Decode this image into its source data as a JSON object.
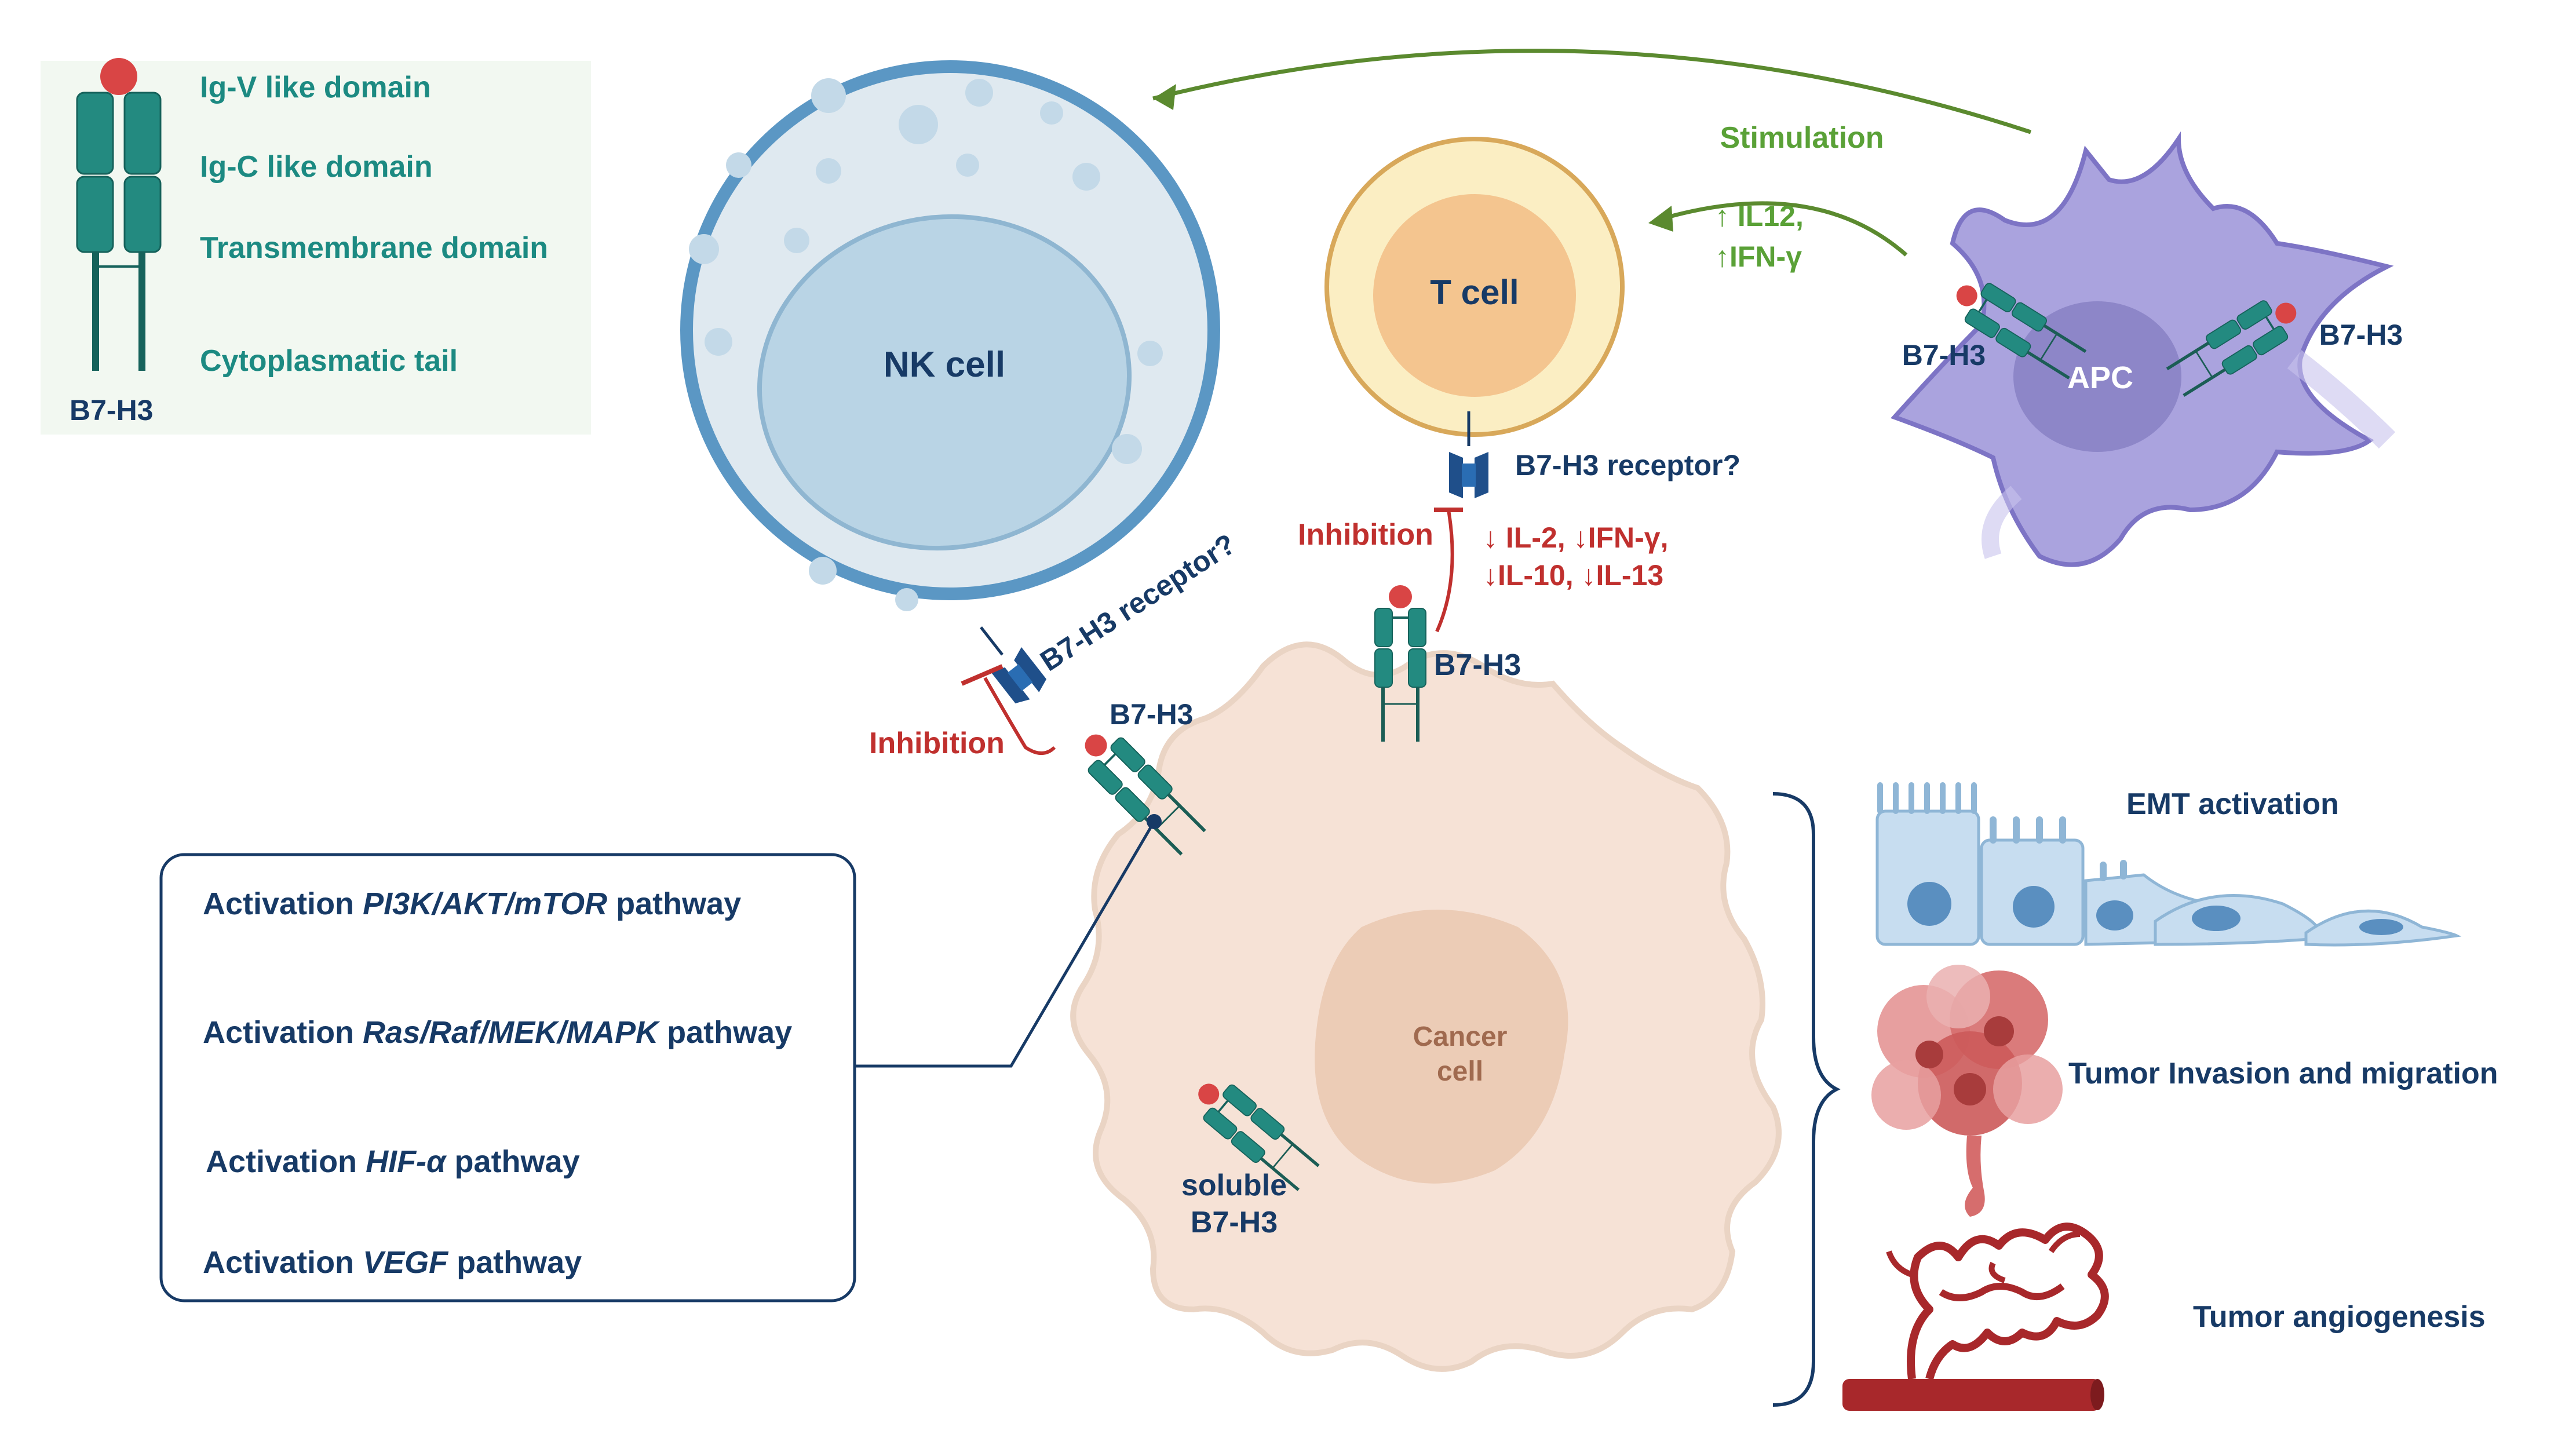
{
  "legend": {
    "title": "B7-H3",
    "domains": [
      "Ig-V like domain",
      "Ig-C like domain",
      "Transmembrane domain",
      "Cytoplasmatic tail"
    ]
  },
  "cells": {
    "nk": "NK cell",
    "t": "T cell",
    "apc": "APC",
    "cancer_line1": "Cancer",
    "cancer_line2": "cell"
  },
  "labels": {
    "b7h3": "B7-H3",
    "receptor": "B7-H3 receptor?",
    "inhibition": "Inhibition",
    "stimulation": "Stimulation",
    "cytokines_up_1": "↑ IL12,",
    "cytokines_up_2": "↑IFN-γ",
    "cytokines_down_1": "↓ IL-2, ↓IFN-γ,",
    "cytokines_down_2": "↓IL-10, ↓IL-13",
    "soluble_line1": "soluble",
    "soluble_line2": "B7-H3"
  },
  "pathways": [
    {
      "prefix": "Activation",
      "name": "PI3K/AKT/mTOR",
      "suffix": "pathway"
    },
    {
      "prefix": "Activation",
      "name": "Ras/Raf/MEK/MAPK",
      "suffix": "pathway"
    },
    {
      "prefix": "Activation",
      "name": "HIF-α",
      "suffix": "pathway"
    },
    {
      "prefix": "Activation",
      "name": "VEGF",
      "suffix": "pathway"
    }
  ],
  "outcomes": {
    "emt": "EMT activation",
    "invasion": "Tumor Invasion and migration",
    "angiogenesis": "Tumor angiogenesis"
  },
  "colors": {
    "teal": "#1c8a82",
    "navy": "#173a66",
    "inhibition_red": "#c0302e",
    "stimulation_green": "#5aa137",
    "nk_blue": "#5b97c4",
    "apc_purple": "#a9a2dc",
    "cancer_beige": "#f6e2d6"
  }
}
